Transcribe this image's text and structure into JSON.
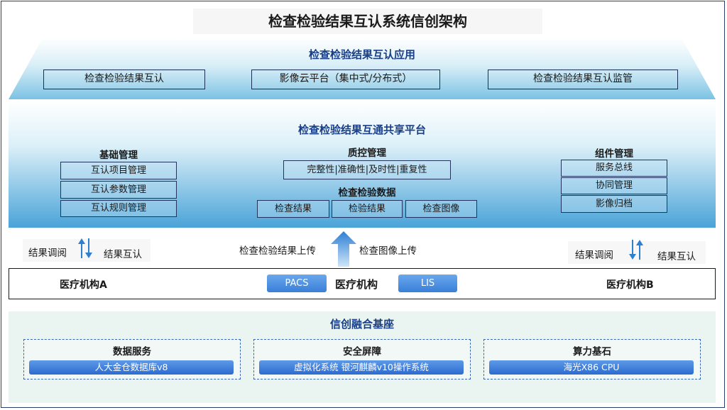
{
  "title": "检查检验结果互认系统信创架构",
  "application_layer": {
    "title": "检查检验结果互认应用",
    "items": [
      "检查检验结果互认",
      "影像云平台（集中式/分布式）",
      "检查检验结果互认监管"
    ]
  },
  "platform_layer": {
    "title": "检查检验结果互通共享平台",
    "basic_management": {
      "title": "基础管理",
      "items": [
        "互认项目管理",
        "互认参数管理",
        "互认规则管理"
      ]
    },
    "quality_control": {
      "title": "质控管理",
      "items": [
        "完整性|准确性|及时性|重复性"
      ]
    },
    "exam_data": {
      "title": "检查检验数据",
      "items": [
        "检查结果",
        "检验结果",
        "检查图像"
      ]
    },
    "component_management": {
      "title": "组件管理",
      "items": [
        "服务总线",
        "协同管理",
        "影像归档"
      ]
    }
  },
  "flow": {
    "left_query": "结果调阅",
    "left_recognition": "结果互认",
    "upload_results": "检查检验结果上传",
    "upload_images": "检查图像上传",
    "right_query": "结果调阅",
    "right_recognition": "结果互认"
  },
  "medical_row": {
    "institution_a": "医疗机构A",
    "center_label": "医疗机构",
    "institution_b": "医疗机构B",
    "pacs": "PACS",
    "lis": "LIS"
  },
  "foundation_layer": {
    "title": "信创融合基座",
    "groups": [
      {
        "title": "数据服务",
        "item": "人大金仓数据库v8"
      },
      {
        "title": "安全屏障",
        "item": "虚拟化系统 银河麒麟v10操作系统"
      },
      {
        "title": "算力基石",
        "item": "海光X86 CPU"
      }
    ]
  },
  "colors": {
    "accent_dark_blue": "#1a3f86",
    "pill_blue": "#3a7fd8",
    "arrow_blue": "#2f7fd0",
    "foundation_bg": "#eaf5f1"
  }
}
